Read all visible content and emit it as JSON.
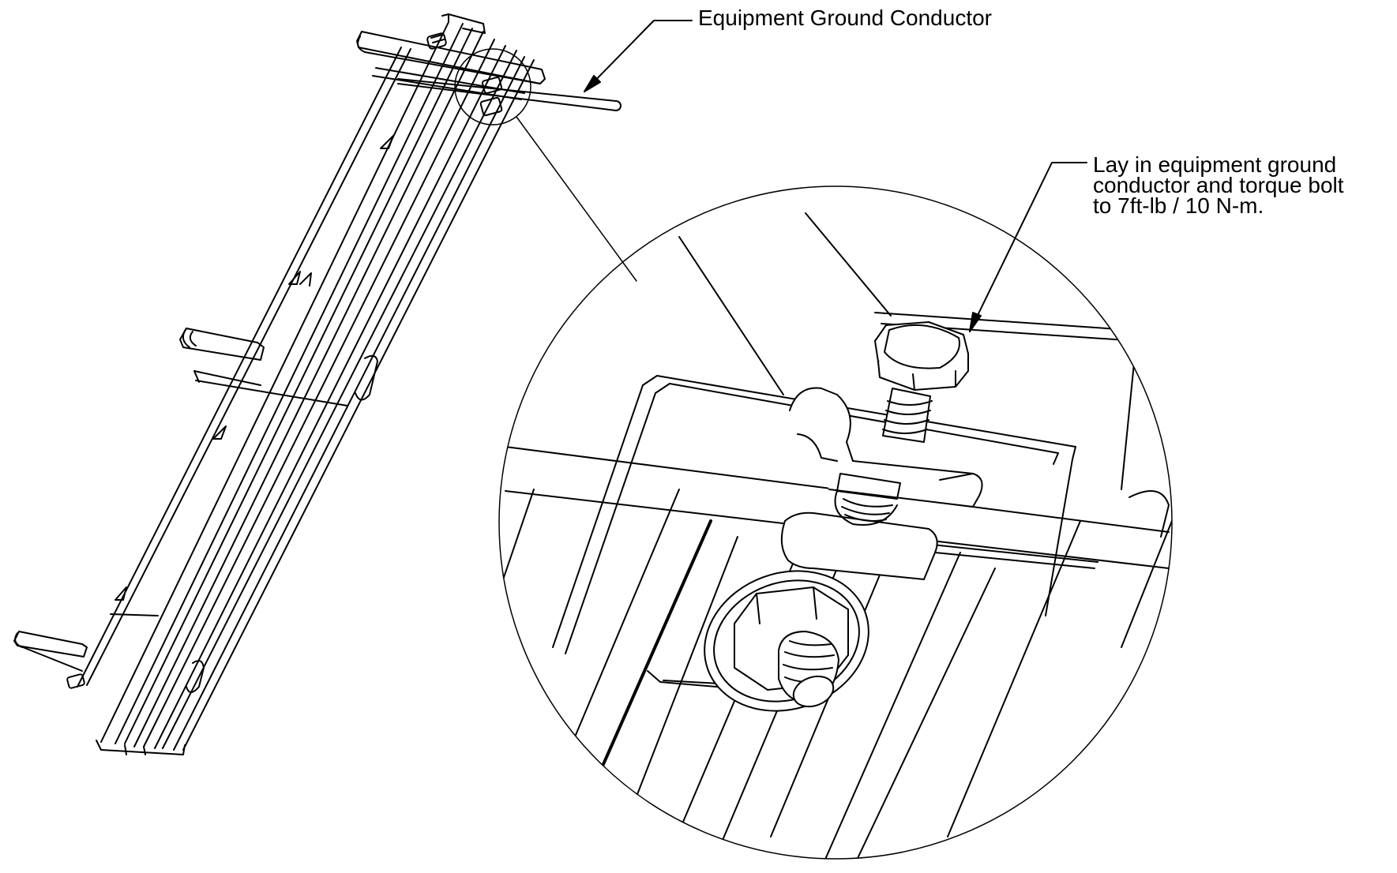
{
  "labels": {
    "ground_conductor": "Equipment Ground Conductor",
    "torque_instruction": {
      "line1": "Lay in equipment ground",
      "line2": "conductor and torque bolt",
      "line3": "to 7ft-lb / 10 N-m."
    }
  },
  "colors": {
    "stroke": "#000000",
    "fill": "#ffffff",
    "shade": "#e8e8e8"
  }
}
